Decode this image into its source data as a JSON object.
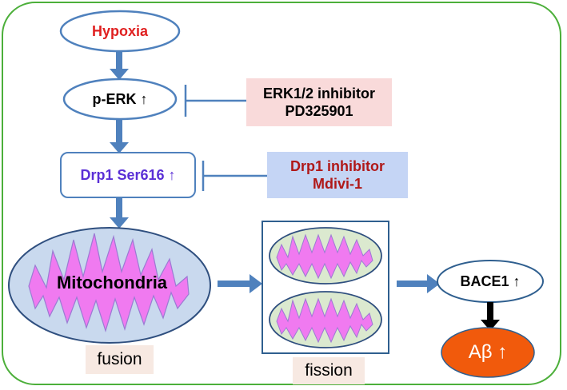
{
  "nodes": {
    "hypoxia": "Hypoxia",
    "perk": "p-ERK ↑",
    "drp1": "Drp1 Ser616 ↑",
    "mito": "Mitochondria",
    "bace1": "BACE1 ↑",
    "abeta": "Aβ ↑"
  },
  "inhibitors": {
    "erk_line1": "ERK1/2 inhibitor",
    "erk_line2": "PD325901",
    "drp1_line1": "Drp1 inhibitor",
    "drp1_line2": "Mdivi-1"
  },
  "labels": {
    "fusion": "fusion",
    "fission": "fission"
  },
  "colors": {
    "frame": "#4caf3a",
    "arrow": "#4f81bd",
    "hypoxia_text": "#e02020",
    "drp1_text": "#5a2fd6",
    "inhibitor_red": "#b01818",
    "erk_inhibitor_bg": "#f9dada",
    "drp1_inhibitor_bg": "#c5d5f5",
    "mito_outer": "#c9d9ee",
    "mito_inner": "#f07af0",
    "fission_outer": "#dbe9cf",
    "abeta_fill": "#f15a0c",
    "label_bg": "#f7e9e2"
  }
}
